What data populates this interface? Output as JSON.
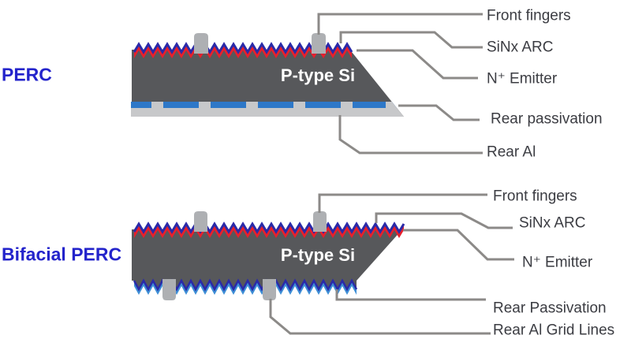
{
  "colors": {
    "background": "#FFFFFF",
    "heading_blue": "#2323CB",
    "label_text": "#3B3C42",
    "leader_gray": "#8C8A88",
    "body_gray": "#57585B",
    "arc_navy": "#2A2AA8",
    "emitter_red": "#E8202C",
    "rear_passivation_blue": "#2E78C8",
    "rear_al_gray": "#C7C8CA",
    "finger_gray": "#AEB0B3",
    "bifacial_rear_blue": "#3E8FD6",
    "body_text": "#FFFFFF"
  },
  "diagrams": [
    {
      "heading": "PERC",
      "body_label": "P-type Si",
      "labels": {
        "front_fingers": "Front fingers",
        "sinx_arc": "SiNx ARC",
        "n_emitter": "N⁺ Emitter",
        "rear_passivation": "Rear passivation",
        "rear_al": "Rear Al"
      }
    },
    {
      "heading": "Bifacial PERC",
      "body_label": "P-type Si",
      "labels": {
        "front_fingers": "Front fingers",
        "sinx_arc": "SiNx ARC",
        "n_emitter": "N⁺ Emitter",
        "rear_passivation": "Rear Passivation",
        "rear_al": "Rear Al Grid Lines"
      }
    }
  ]
}
